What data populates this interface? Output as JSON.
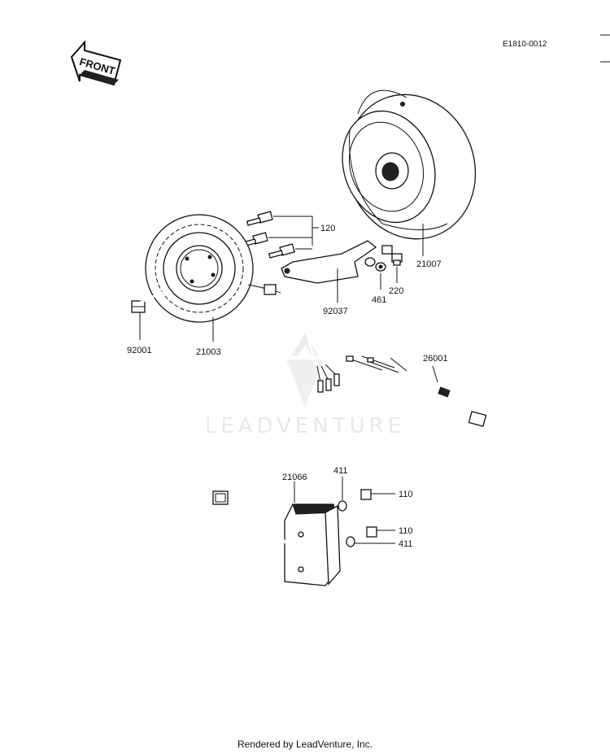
{
  "diagram": {
    "code": "E1810-0012",
    "front_label": "FRONT",
    "watermark": "LEADVENTURE",
    "footer": "Rendered by LeadVenture, Inc.",
    "callouts": {
      "p120": "120",
      "p21007": "21007",
      "p220": "220",
      "p461": "461",
      "p92037": "92037",
      "p92001": "92001",
      "p21003": "21003",
      "p26001": "26001",
      "p411a": "411",
      "p21066": "21066",
      "p110a": "110",
      "p110b": "110",
      "p411b": "411"
    }
  }
}
